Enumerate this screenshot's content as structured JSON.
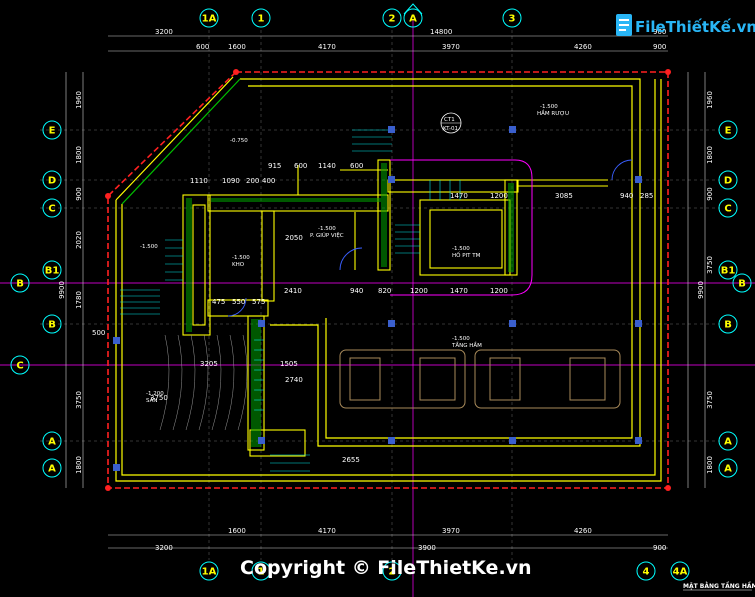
{
  "logo": {
    "text": "FileThiếtKế.vn",
    "icon": "file-document-icon"
  },
  "watermark": "Copyright © FileThietKe.vn",
  "drawing_title": "MẶT BẰNG TẦNG HẦM",
  "grid_top": [
    "1A",
    "1",
    "2",
    "A",
    "3"
  ],
  "grid_bottom": [
    "1A",
    "1",
    "2",
    "4",
    "4A"
  ],
  "grid_rows_left": [
    "E",
    "D",
    "C",
    "B1",
    "B",
    "C",
    "A",
    "A"
  ],
  "grid_rows_right": [
    "E",
    "D",
    "C",
    "B1",
    "B",
    "A",
    "A"
  ],
  "dims_top_overall": [
    "3200",
    "14800",
    "900"
  ],
  "dims_top_detail": [
    "600",
    "1600",
    "4170",
    "3970",
    "4260",
    "900"
  ],
  "dims_bottom_detail": [
    "1600",
    "4170",
    "3970",
    "4260"
  ],
  "dims_bottom_overall": [
    "3200",
    "3900",
    "900"
  ],
  "dims_left": [
    "1960",
    "1800",
    "900",
    "2020",
    "1780",
    "9900",
    "3750",
    "1800"
  ],
  "dims_right": [
    "1960",
    "1800",
    "900",
    "3750",
    "9900",
    "3750",
    "1800"
  ],
  "interior_dims": [
    "915",
    "600",
    "1140",
    "600",
    "1110",
    "1090",
    "200",
    "400",
    "2410",
    "940",
    "820",
    "1200",
    "1470",
    "1200",
    "1470",
    "1200",
    "3085",
    "940",
    "285",
    "475",
    "550",
    "575",
    "3205",
    "1505",
    "2655",
    "2050",
    "2740",
    "3750",
    "500"
  ],
  "rooms": [
    {
      "label": "P. GIÚP VIỆC",
      "level": "-1.500"
    },
    {
      "label": "KHO",
      "level": "-1.500"
    },
    {
      "label": "HỐ PIT TM",
      "level": "-1.500"
    },
    {
      "label": "HẦM RƯỢU",
      "level": "-1.500"
    },
    {
      "label": "TẦNG HẦM",
      "level": "-1.500"
    },
    {
      "label": "SÂN",
      "level": "-1.200"
    }
  ],
  "level_marks": [
    "-0.750",
    "-1.500",
    "-1.500",
    "-1.500",
    "-1.500"
  ],
  "callout": {
    "top": "CT1",
    "bottom": "KT-01"
  },
  "colors": {
    "background": "#000000",
    "grid_line": "#ff00ff",
    "grid_bubble": "#00ffff",
    "grid_text": "#ffff00",
    "wall": "#ffff00",
    "wall_fill": "#00c000",
    "boundary": "#ff2020",
    "dimension": "#ffffff",
    "column": "#3a5fcd",
    "car": "#a88a5a",
    "stair": "#00e5e5"
  }
}
